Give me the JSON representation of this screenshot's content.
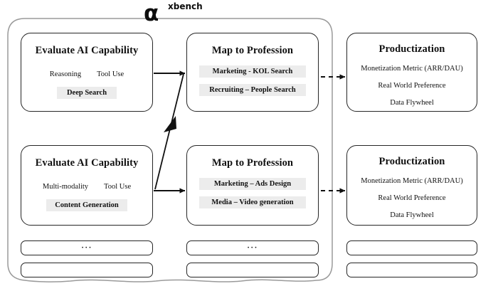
{
  "logo": {
    "symbol": "α",
    "wordmark": "xbench",
    "symbol_icon": "alpha-symbol-icon"
  },
  "colors": {
    "box_border": "#262626",
    "outer_border": "#9a9a9a",
    "chip_background": "#ececec",
    "text": "#111111",
    "canvas": "#ffffff"
  },
  "rows": [
    {
      "id": "row-1",
      "capability": {
        "title": "Evaluate AI Capability",
        "tags": [
          "Reasoning",
          "Tool Use"
        ],
        "chips": [
          "Deep Search"
        ]
      },
      "profession": {
        "title": "Map to Profession",
        "chips": [
          "Marketing - KOL Search",
          "Recruiting – People Search"
        ]
      },
      "productization": {
        "title": "Productization",
        "lines": [
          "Monetization Metric (ARR/DAU)",
          "Real World Preference",
          "Data Flywheel"
        ]
      }
    },
    {
      "id": "row-2",
      "capability": {
        "title": "Evaluate AI Capability",
        "tags": [
          "Multi-modality",
          "Tool Use"
        ],
        "chips": [
          "Content Generation"
        ]
      },
      "profession": {
        "title": "Map to Profession",
        "chips": [
          "Marketing – Ads Design",
          "Media – Video generation"
        ]
      },
      "productization": {
        "title": "Productization",
        "lines": [
          "Monetization Metric (ARR/DAU)",
          "Real World Preference",
          "Data Flywheel"
        ]
      }
    }
  ],
  "stubs": {
    "ellipsis": "···",
    "empty": "",
    "row_top": [
      "···",
      "···",
      ""
    ],
    "row_bottom": [
      "",
      "",
      ""
    ]
  },
  "connectors": {
    "solid_arrow_label": "capability-to-profession-arrow",
    "dashed_arrow_label": "profession-to-productization-arrow",
    "cross_arrow_label": "cross-row-arrow"
  }
}
